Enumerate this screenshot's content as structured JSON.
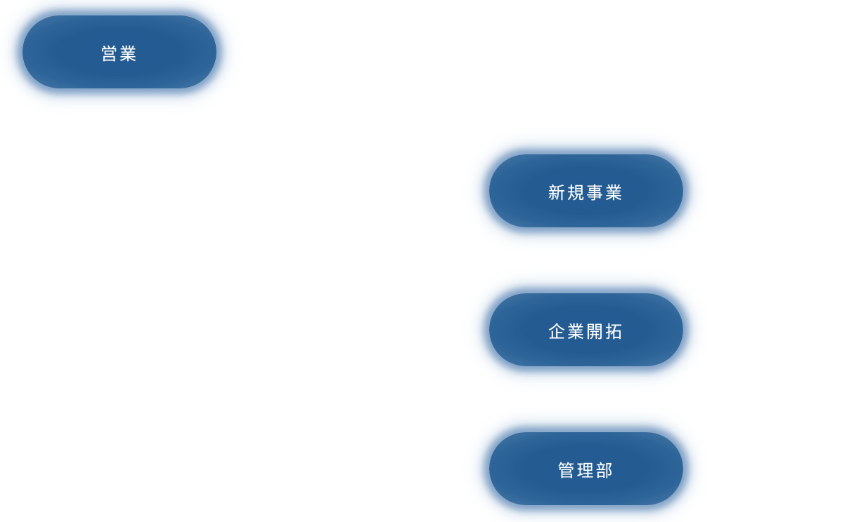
{
  "colors": {
    "pill_fill": "#225a91",
    "label_text": "#ffffff",
    "background": "#ffffff"
  },
  "nodes": {
    "sales": {
      "label": "営業"
    },
    "new_business": {
      "label": "新規事業"
    },
    "corporate_development": {
      "label": "企業開拓"
    },
    "administration": {
      "label": "管理部"
    }
  }
}
